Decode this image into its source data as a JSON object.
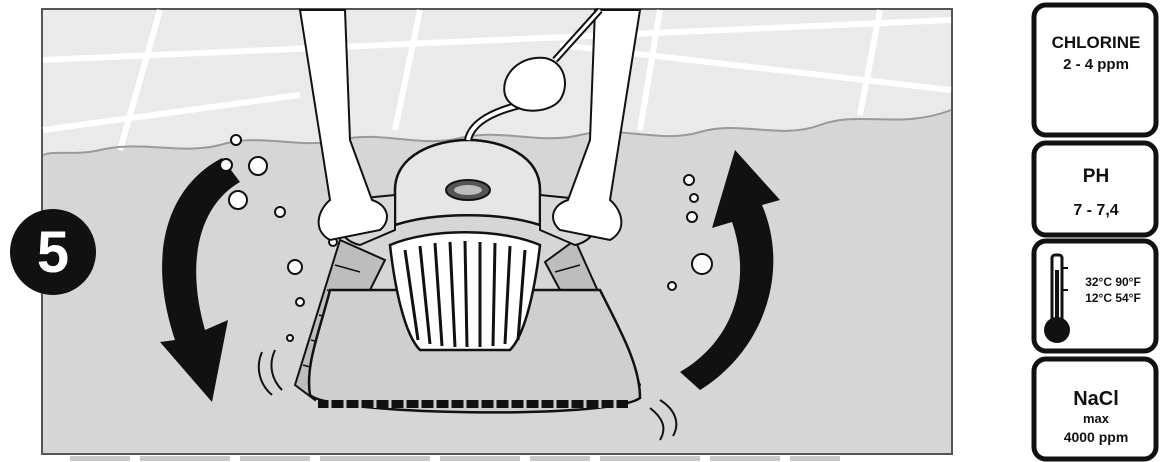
{
  "step": {
    "number": "5"
  },
  "badges": [
    {
      "lines": [
        "CHLORINE",
        "2 - 4 ppm"
      ]
    },
    {
      "lines": [
        "PH",
        "7 - 7,4"
      ]
    },
    {
      "lines": [
        "32°C  90°F",
        "12°C  54°F"
      ]
    },
    {
      "lines": [
        "NaCl",
        "max",
        "4000 ppm"
      ]
    }
  ],
  "icons": {
    "thermometer": "thermometer-icon",
    "rotate_left": "arrow-rotate-left-icon",
    "rotate_right": "arrow-rotate-right-icon"
  },
  "colors": {
    "water": "#d6d6d6",
    "water_light": "#eaeaea",
    "ink": "#111111",
    "frame": "#555555",
    "paper": "#ffffff"
  }
}
